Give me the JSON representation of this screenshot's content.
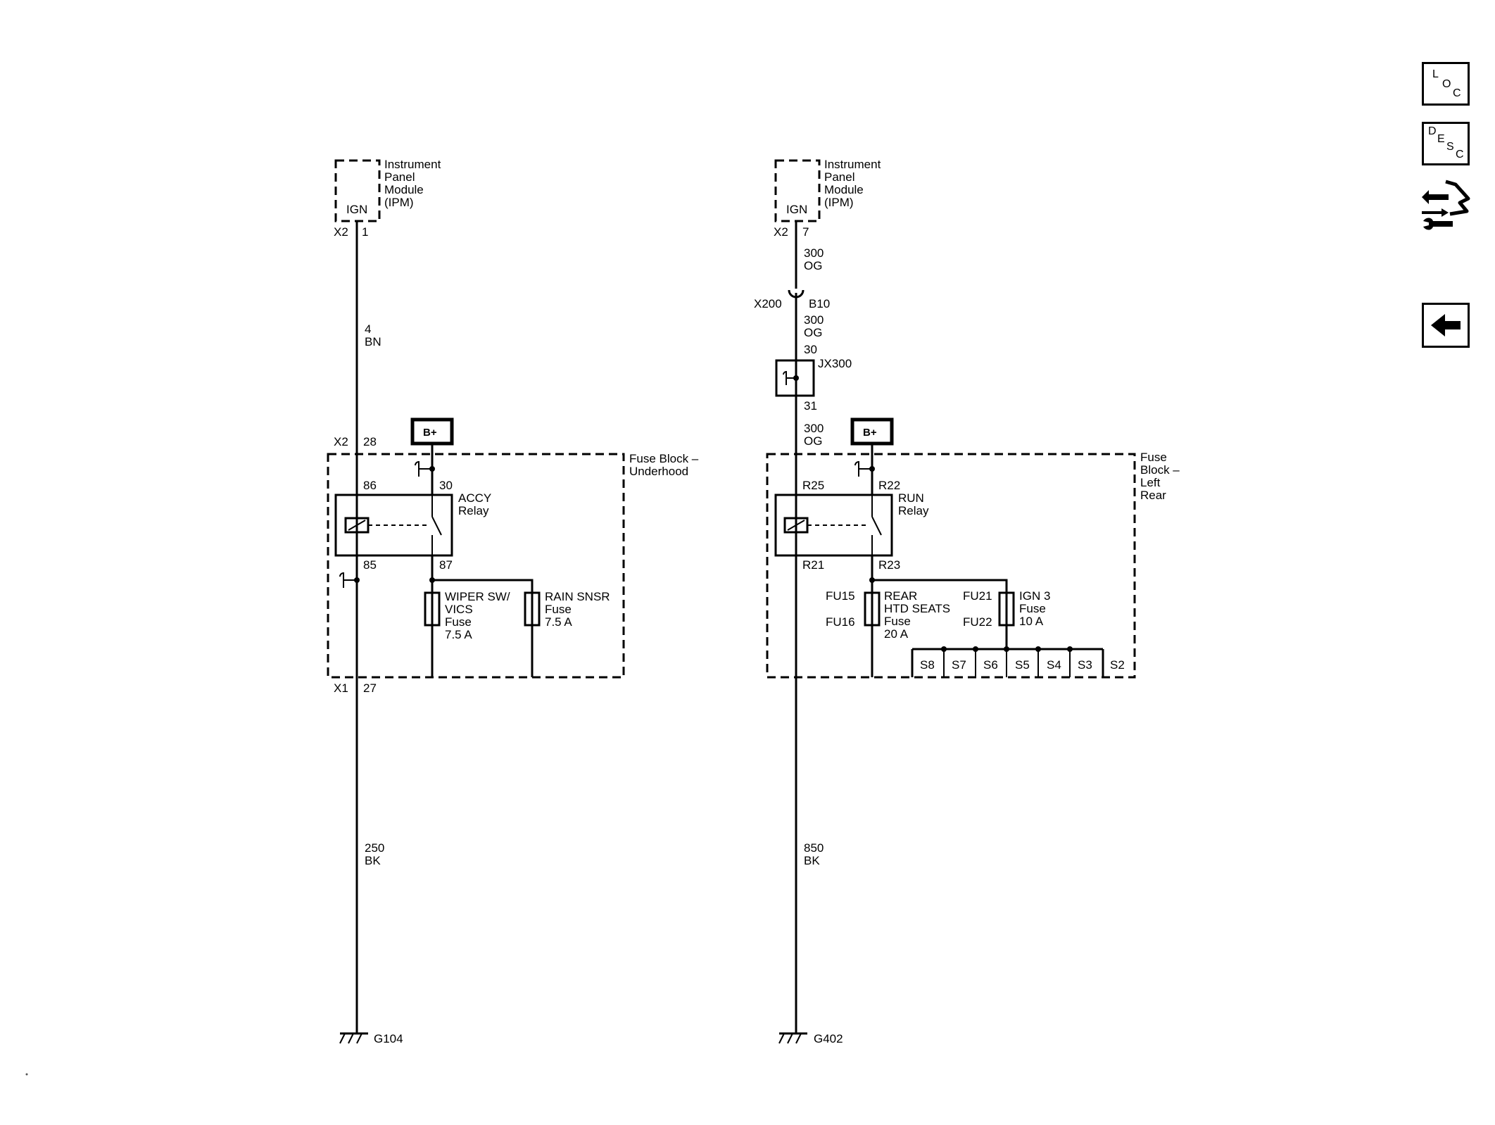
{
  "nav": {
    "loc": [
      "L",
      "O",
      "C"
    ],
    "desc": [
      "D",
      "E",
      "S",
      "C"
    ]
  },
  "left": {
    "ipm": {
      "pin": "IGN",
      "name": [
        "Instrument",
        "Panel",
        "Module",
        "(IPM)"
      ],
      "conn": "X2",
      "term": "1"
    },
    "wire_top": [
      "4",
      "BN"
    ],
    "conn_top": {
      "conn": "X2",
      "term": "28"
    },
    "bplus": "B+",
    "block": [
      "Fuse Block –",
      "Underhood"
    ],
    "relay": {
      "name": [
        "ACCY",
        "Relay"
      ],
      "p86": "86",
      "p30": "30",
      "p85": "85",
      "p87": "87"
    },
    "fuse1": [
      "WIPER SW/",
      "VICS",
      "Fuse",
      "7.5 A"
    ],
    "fuse2": [
      "RAIN SNSR",
      "Fuse",
      "7.5 A"
    ],
    "conn_bot": {
      "conn": "X1",
      "term": "27"
    },
    "wire_bot": [
      "250",
      "BK"
    ],
    "ground": "G104"
  },
  "right": {
    "ipm": {
      "pin": "IGN",
      "name": [
        "Instrument",
        "Panel",
        "Module",
        "(IPM)"
      ],
      "conn": "X2",
      "term": "7"
    },
    "wire_a": [
      "300",
      "OG"
    ],
    "inline": {
      "conn": "X200",
      "term": "B10"
    },
    "wire_b": [
      "300",
      "OG"
    ],
    "jx": {
      "name": "JX300",
      "in": "30",
      "out": "31"
    },
    "wire_c": [
      "300",
      "OG"
    ],
    "bplus": "B+",
    "block": [
      "Fuse",
      "Block –",
      "Left",
      "Rear"
    ],
    "relay": {
      "name": [
        "RUN",
        "Relay"
      ],
      "p25": "R25",
      "p22": "R22",
      "p21": "R21",
      "p23": "R23"
    },
    "fuse1": {
      "top": "FU15",
      "bot": "FU16",
      "label": [
        "REAR",
        "HTD SEATS",
        "Fuse",
        "20 A"
      ]
    },
    "fuse2": {
      "top": "FU21",
      "bot": "FU22",
      "label": [
        "IGN 3",
        "Fuse",
        "10 A"
      ]
    },
    "splices": [
      "S8",
      "S7",
      "S6",
      "S5",
      "S4",
      "S3",
      "S2"
    ],
    "wire_bot": [
      "850",
      "BK"
    ],
    "ground": "G402"
  }
}
